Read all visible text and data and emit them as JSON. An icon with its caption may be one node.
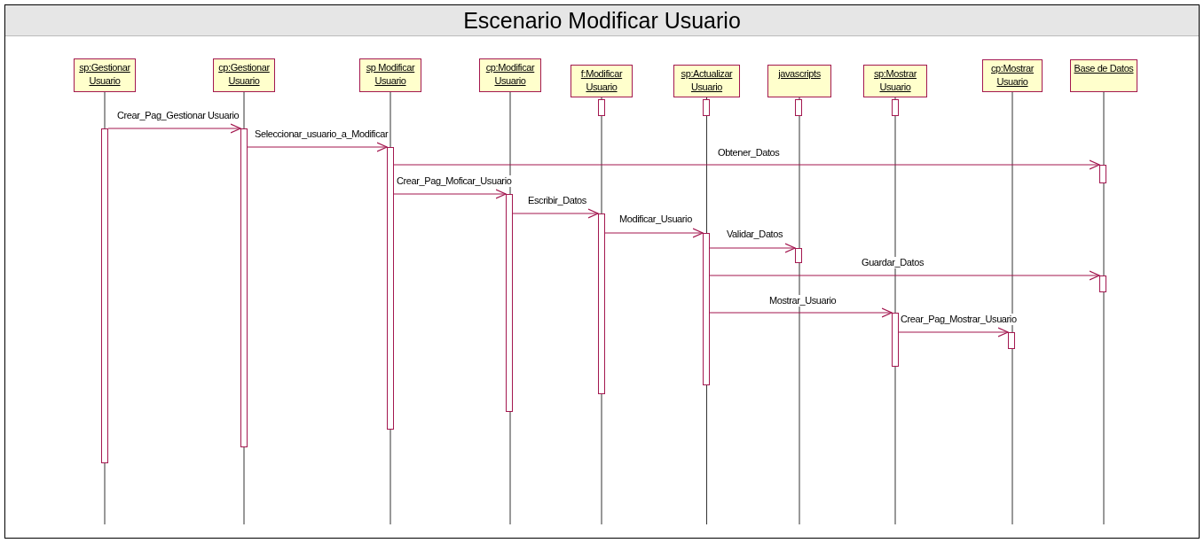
{
  "diagram": {
    "title": "Escenario Modificar Usuario",
    "nodes": [
      {
        "text": [
          "sp:Gestionar Usuario"
        ]
      },
      {
        "text": [
          "cp:Gestionar Usuario"
        ]
      },
      {
        "text": [
          "sp Modificar Usuario"
        ]
      },
      {
        "text": [
          "cp:Modificar Usuario"
        ]
      },
      {
        "text": [
          "f:Modificar Usuario"
        ]
      },
      {
        "text": [
          "sp:Actualizar Usuario"
        ]
      },
      {
        "text": [
          "javascripts"
        ]
      },
      {
        "text": [
          "sp:Mostrar Usuario"
        ]
      },
      {
        "text": [
          "cp:Mostrar Usuario"
        ]
      },
      {
        "text": [
          "Base de Datos"
        ]
      },
      {
        "text": [],
        "shape": "bar"
      },
      {
        "text": [],
        "shape": "bar"
      },
      {
        "text": [],
        "shape": "bar"
      },
      {
        "text": [],
        "shape": "bar"
      },
      {
        "text": [],
        "shape": "bar"
      },
      {
        "text": [],
        "shape": "bar"
      },
      {
        "text": [],
        "shape": "bar"
      },
      {
        "text": [],
        "shape": "bar"
      },
      {
        "text": [],
        "shape": "bar"
      },
      {
        "text": [],
        "shape": "bar"
      },
      {
        "text": [],
        "shape": "bar"
      }
    ],
    "edges": [
      {
        "from": 10,
        "to": 11,
        "arrow": "to",
        "label": "Crear_Pag_Gestionar Usuario"
      },
      {
        "from": 11,
        "to": 12,
        "arrow": "to",
        "label": "Seleccionar_usuario_a_Modificar"
      },
      {
        "from": 12,
        "to": 13,
        "arrow": "to",
        "label": "Obtener_Datos"
      },
      {
        "from": 12,
        "to": 14,
        "arrow": "to",
        "label": "Crear_Pag_Moficar_Usuario"
      },
      {
        "from": 14,
        "to": 15,
        "arrow": "to",
        "label": "Escribir_Datos"
      },
      {
        "from": 15,
        "to": 16,
        "arrow": "to",
        "label": "Modificar_Usuario"
      },
      {
        "from": 16,
        "to": 17,
        "arrow": "to",
        "label": "Validar_Datos"
      },
      {
        "from": 16,
        "to": 18,
        "arrow": "to",
        "label": "Guardar_Datos"
      },
      {
        "from": 16,
        "to": 19,
        "arrow": "to",
        "label": "Mostrar_Usuario"
      },
      {
        "from": 19,
        "to": 20,
        "arrow": "to",
        "label": "Crear_Pag_Mostrar_Usuario"
      }
    ]
  }
}
